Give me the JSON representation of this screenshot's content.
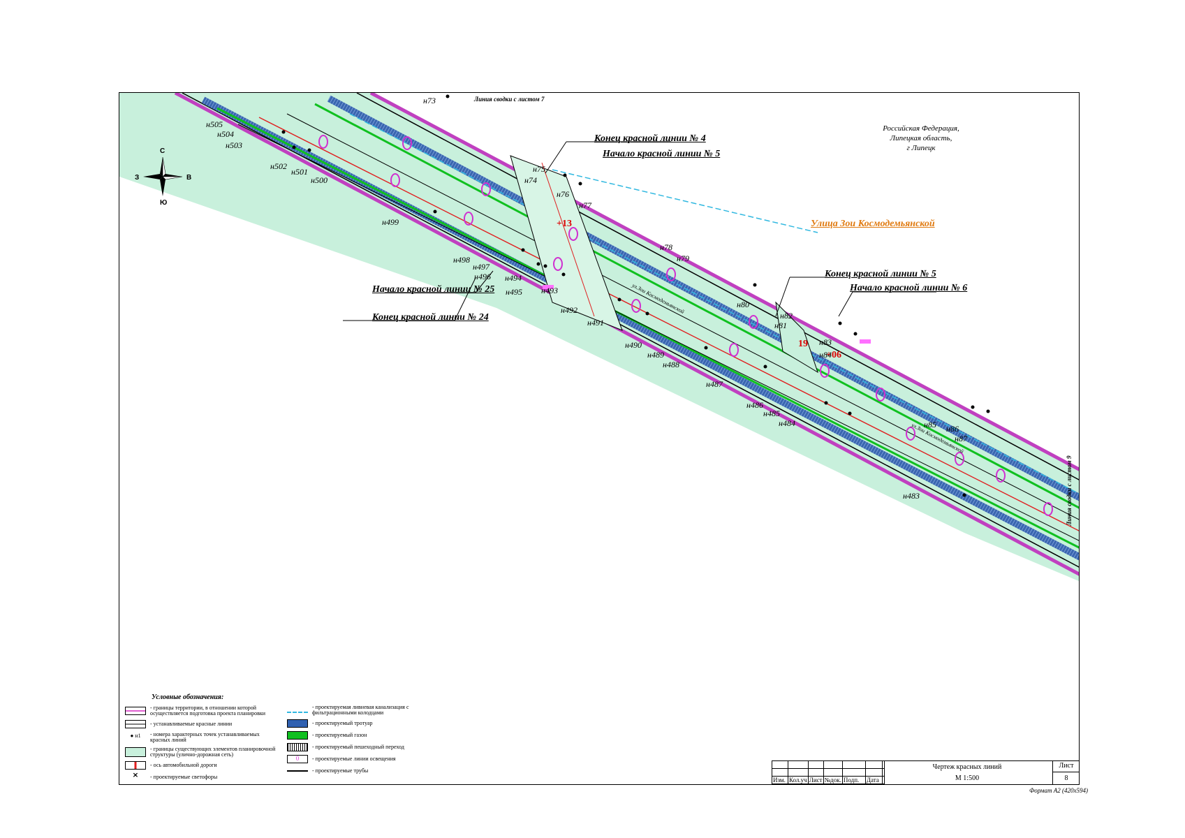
{
  "sheet": {
    "top_joint": "Линия сводки с листом 7",
    "right_joint": "Линия сводки с листом 9",
    "region": [
      "Российская Федерация,",
      "Липецкая область,",
      "г Липецк"
    ],
    "street_title": "Улица Зои Космодемьянской",
    "street_label_road": "ул.Зои Космодемьянской"
  },
  "compass": {
    "n": "С",
    "s": "Ю",
    "w": "З",
    "e": "В"
  },
  "red_line_notes": {
    "end4": "Конец красной линии № 4",
    "start5": "Начало красной линии № 5",
    "start25": "Начало красной линии № 25",
    "end24": "Конец красной линии № 24",
    "end5": "Конец красной линии № 5",
    "start6": "Начало красной линии № 6"
  },
  "points": [
    "н73",
    "н505",
    "н504",
    "н503",
    "н502",
    "н501",
    "н500",
    "н499",
    "н498",
    "н497",
    "н496",
    "н494",
    "н495",
    "н493",
    "н492",
    "н491",
    "н490",
    "н489",
    "н488",
    "н487",
    "н486",
    "н485",
    "н484",
    "н483",
    "н75",
    "н74",
    "н76",
    "н77",
    "н78",
    "н79",
    "н80",
    "н81",
    "н82",
    "н83",
    "н84",
    "н85",
    "н86",
    "н87"
  ],
  "station_marks": {
    "a": "+13",
    "b": "19",
    "c": "+06"
  },
  "legend": {
    "title": "Условные обозначения:",
    "items": [
      {
        "name": "territory-boundary",
        "text": "- границы территории, в отношении которой осуществляется подготовка проекта планировки",
        "color": "#e060d0"
      },
      {
        "name": "red-lines",
        "text": "- устанавливаемые красные линии",
        "color": "#000000"
      },
      {
        "name": "point-numbers",
        "text": "- номера характерных точек устанавливаемых красных линий",
        "marker": "н1"
      },
      {
        "name": "existing-elements",
        "text": "- границы существующих элементов планировочной структуры (улично-дорожная сеть)",
        "color": "#c8f0dc"
      },
      {
        "name": "road-axis",
        "text": "- ось автомобильной дороги",
        "color": "#e02020"
      },
      {
        "name": "traffic-lights",
        "text": "- проектируемые светофоры"
      }
    ],
    "items2": [
      {
        "name": "storm-sewer",
        "text": "- проектируемая ливневая канализация с фильтрационными колодцами",
        "color": "#30b8e0"
      },
      {
        "name": "sidewalk",
        "text": "- проектируемый тротуар",
        "color": "#3060b0"
      },
      {
        "name": "lawn",
        "text": "- проектируемый газон",
        "color": "#10c020"
      },
      {
        "name": "crosswalk",
        "text": "- проектируемый пешеходный переход"
      },
      {
        "name": "lighting",
        "text": "- проектируемые линии освещения",
        "color": "#e040e0"
      },
      {
        "name": "pipes",
        "text": "- проектируемые трубы"
      }
    ]
  },
  "title_block": {
    "cols": [
      "Изм.",
      "Кол.уч",
      "Лист",
      "№док.",
      "Подп.",
      "Дата"
    ],
    "drawing_title": "Чертеж красных линий",
    "scale": "М 1:500",
    "sheet_label": "Лист",
    "sheet_number": "8"
  },
  "format_note": "Формат А2 (420х594)",
  "colors": {
    "road_fill": "#c8f0dc",
    "boundary": "#d050d0",
    "axis": "#e02020",
    "sidewalk": "#3060b0",
    "lawn": "#10c020",
    "sewer": "#30b8e0",
    "street_title": "#e07a10"
  }
}
